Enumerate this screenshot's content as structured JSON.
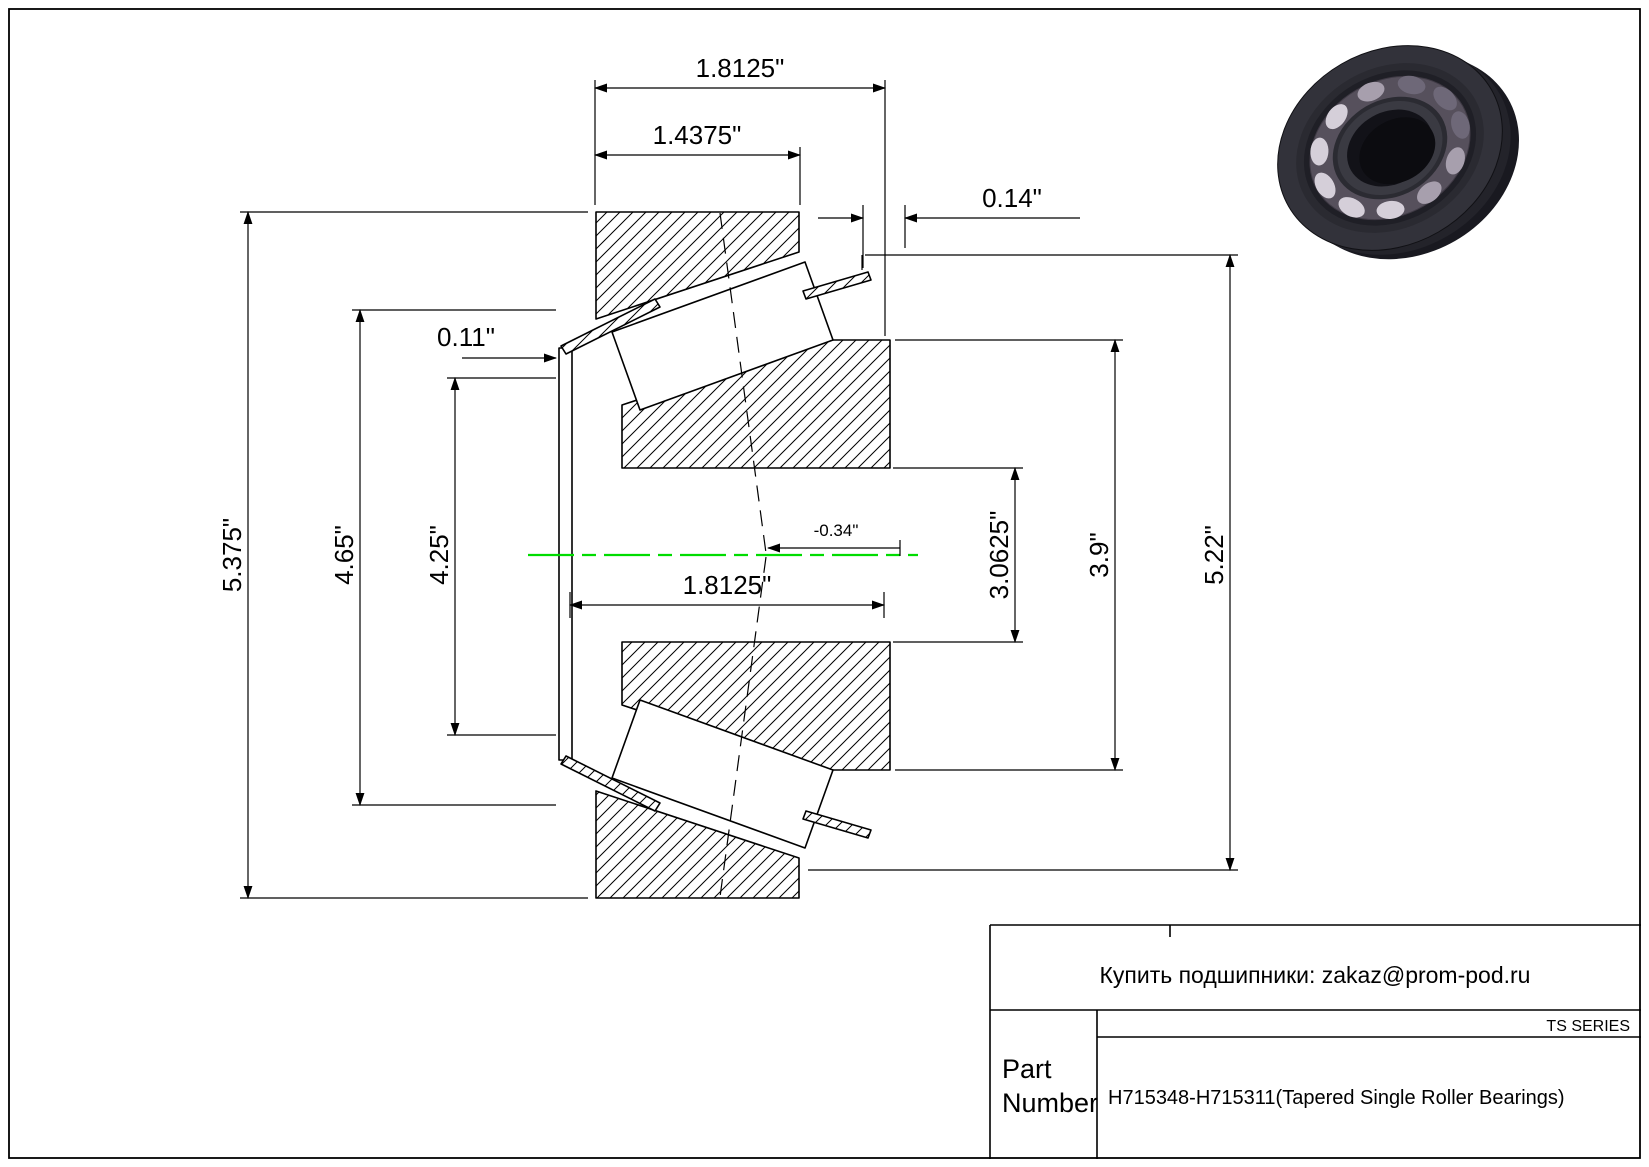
{
  "drawing": {
    "dims": {
      "overall_width": "1.8125\"",
      "cup_width": "1.4375\"",
      "right_offset": "0.14\"",
      "left_offset": "0.11\"",
      "outer_diameter": "5.375\"",
      "left_inner_diameter": "4.65\"",
      "rib_diameter": "4.25\"",
      "bore_width": "1.8125\"",
      "effective_center": "-0.34\"",
      "bore_diameter": "3.0625\"",
      "cone_diameter": "3.9\"",
      "cup_inner_diameter": "5.22\""
    }
  },
  "title_block": {
    "supplier": "Купить подшипники: zakaz@prom-pod.ru",
    "series": "TS SERIES",
    "part_label_1": "Part",
    "part_label_2": "Number",
    "part_name": "H715348-H715311(Tapered Single Roller Bearings)"
  },
  "colors": {
    "centerline": "#00dc00",
    "line": "#000000",
    "background": "#ffffff"
  }
}
